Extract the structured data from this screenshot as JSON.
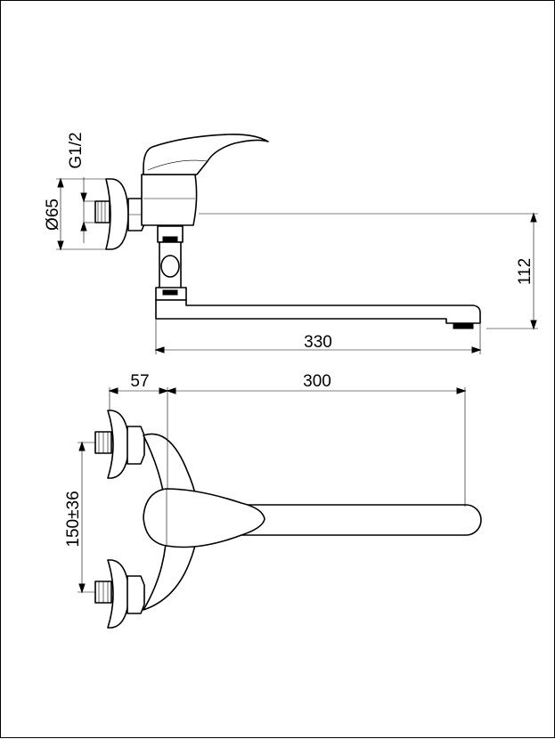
{
  "dimensions": {
    "thread": "G1/2",
    "flange_diameter": "Ø65",
    "spout_height": "112",
    "overall_length": "330",
    "wall_offset": "57",
    "spout_reach": "300",
    "inlet_spacing": "150±36"
  },
  "colors": {
    "line": "#000000",
    "background": "#ffffff"
  }
}
